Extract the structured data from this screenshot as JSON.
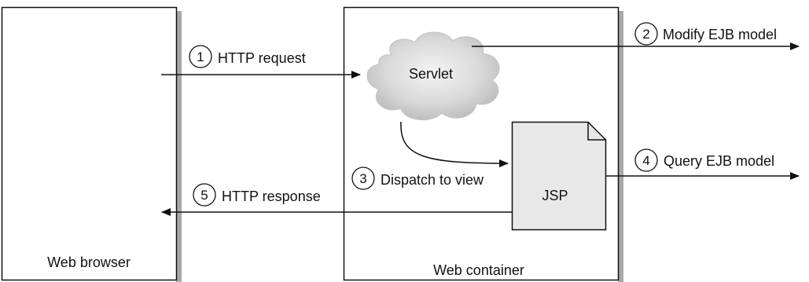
{
  "boxes": {
    "browser": {
      "label": "Web browser"
    },
    "container": {
      "label": "Web container"
    },
    "servlet": {
      "label": "Servlet"
    },
    "jsp": {
      "label": "JSP"
    }
  },
  "steps": [
    {
      "number": "1",
      "label": "HTTP request"
    },
    {
      "number": "2",
      "label": "Modify EJB model"
    },
    {
      "number": "3",
      "label": "Dispatch to view"
    },
    {
      "number": "4",
      "label": "Query EJB model"
    },
    {
      "number": "5",
      "label": "HTTP response"
    }
  ],
  "colors": {
    "line": "#111111",
    "shadow": "#a8a8a8",
    "cloud_fill": "#d6d6d6",
    "doc_fill": "#e8e8e8"
  }
}
